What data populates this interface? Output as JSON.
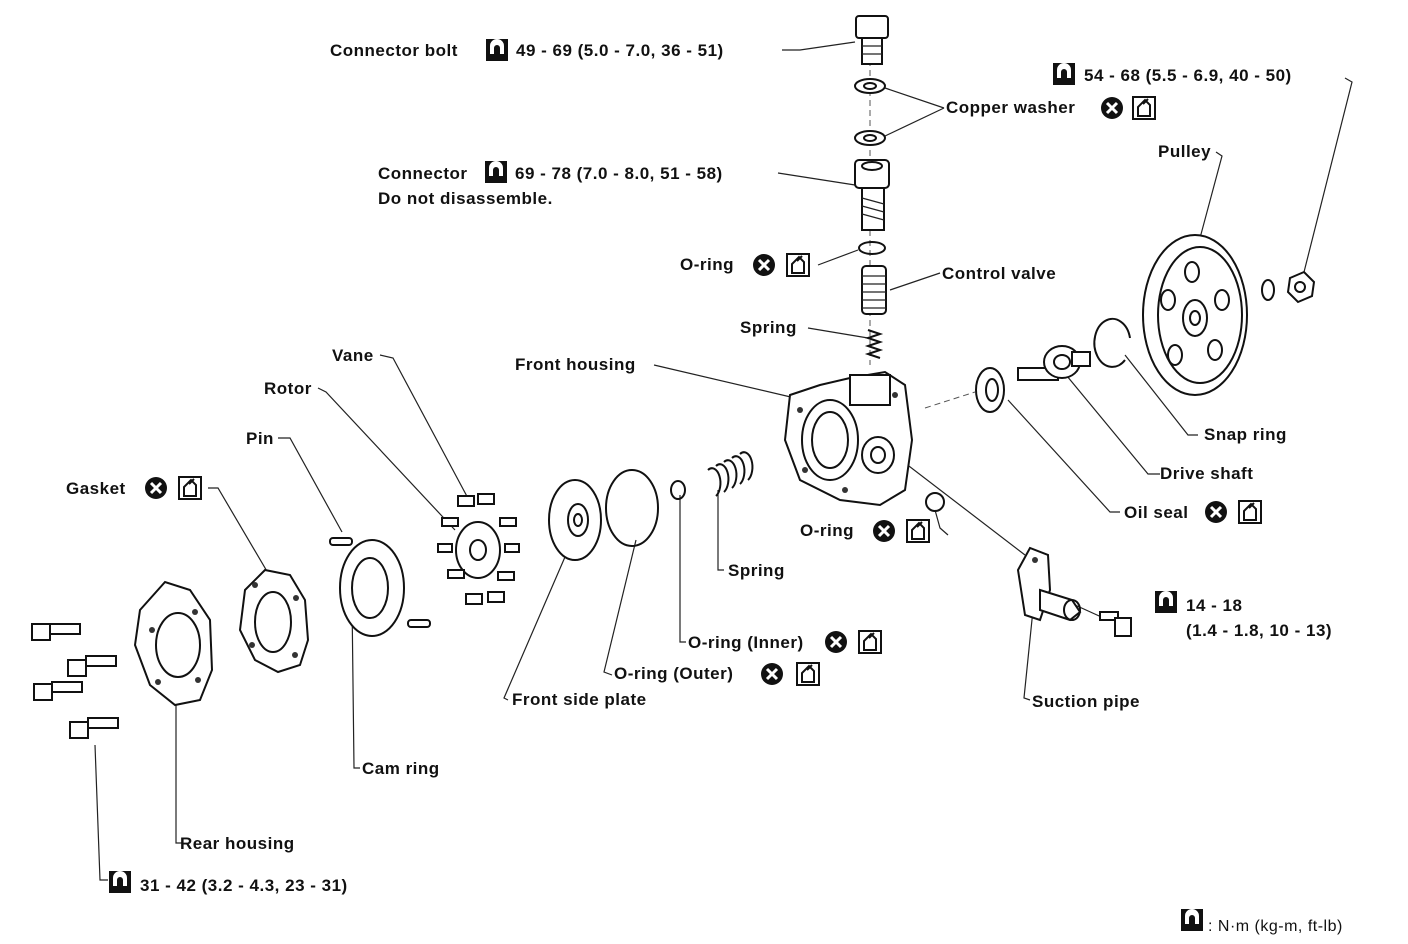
{
  "parts": {
    "connector_bolt": "Connector bolt",
    "copper_washer": "Copper washer",
    "connector": "Connector",
    "connector_note": "Do not disassemble.",
    "o_ring_top": "O-ring",
    "control_valve": "Control valve",
    "spring_top": "Spring",
    "front_housing": "Front housing",
    "vane": "Vane",
    "rotor": "Rotor",
    "pin": "Pin",
    "gasket": "Gasket",
    "pulley": "Pulley",
    "snap_ring": "Snap ring",
    "drive_shaft": "Drive shaft",
    "oil_seal": "Oil seal",
    "o_ring_mid": "O-ring",
    "spring_mid": "Spring",
    "o_ring_inner": "O-ring (Inner)",
    "o_ring_outer": "O-ring (Outer)",
    "front_side_plate": "Front side plate",
    "suction_pipe": "Suction pipe",
    "cam_ring": "Cam ring",
    "rear_housing": "Rear housing"
  },
  "torques": {
    "connector_bolt": "49 - 69 (5.0 - 7.0, 36 - 51)",
    "connector": "69 - 78 (7.0 - 8.0, 51 - 58)",
    "pulley_nut": "54 - 68 (5.5 - 6.9, 40 - 50)",
    "suction_bolt_1": "14 - 18",
    "suction_bolt_2": "(1.4 - 1.8, 10 - 13)",
    "rear_bolts": "31 - 42 (3.2 - 4.3, 23 - 31)"
  },
  "legend": {
    "torque_unit": ": N·m (kg-m, ft-lb)"
  },
  "icons": {
    "torque": "torque-wrench-icon",
    "replace": "do-not-reuse-icon",
    "lubricate": "apply-fluid-icon"
  }
}
